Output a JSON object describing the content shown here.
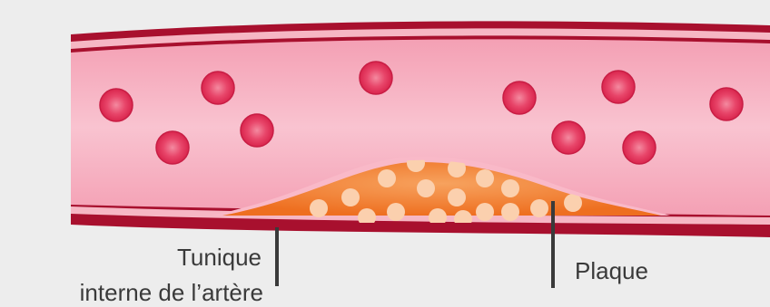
{
  "labels": {
    "tunique_line1": "Tunique",
    "tunique_line2": "interne de l’artère",
    "plaque": "Plaque"
  },
  "colors": {
    "background": "#ededed",
    "outer_wall": "#a8102e",
    "wall_edge": "#f6b7c4",
    "lumen": "#f7b3c3",
    "blood_cell": "#e5345a",
    "plaque": "#f17a2a",
    "plaque_particle": "#fbd0ae",
    "pointer_line": "#3a3a3a"
  },
  "icons": [
    "red-blood-cell-icon",
    "plaque-particle-icon"
  ]
}
